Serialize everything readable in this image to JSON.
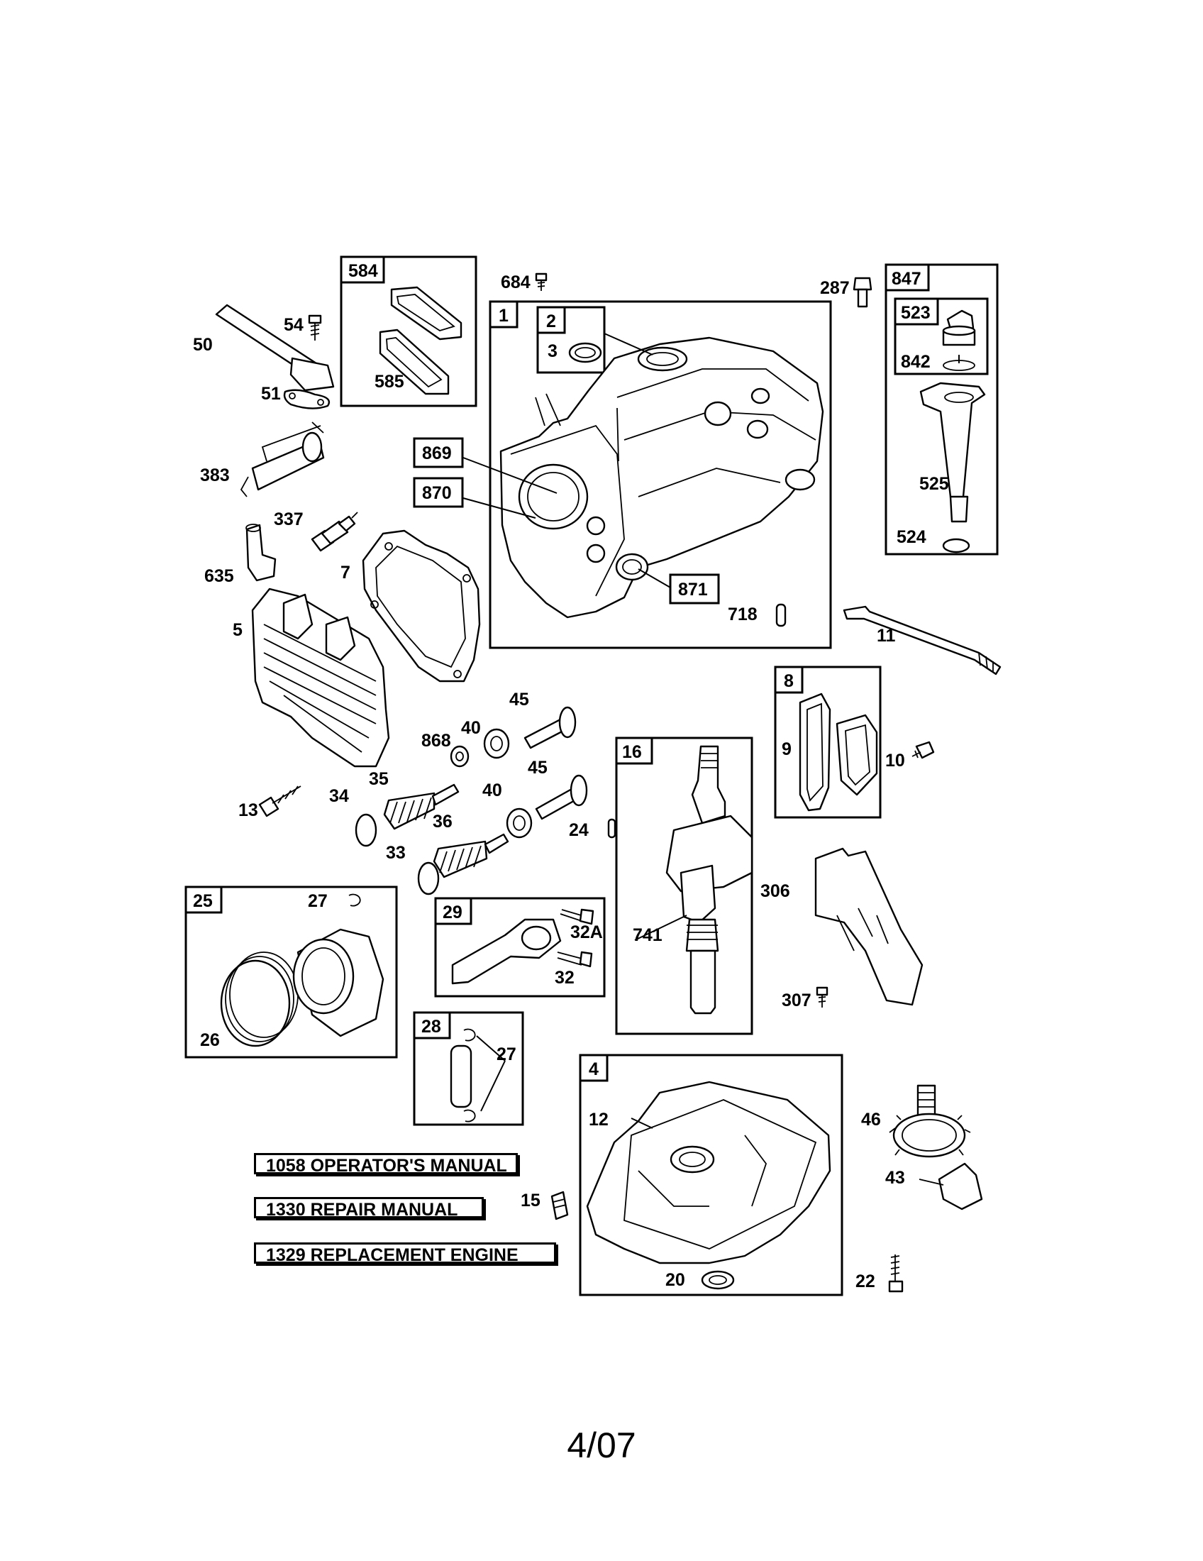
{
  "parts": {
    "c1": "1",
    "c2": "2",
    "c3": "3",
    "c4": "4",
    "c5": "5",
    "c7": "7",
    "c8": "8",
    "c9": "9",
    "c10": "10",
    "c11": "11",
    "c12": "12",
    "c13": "13",
    "c15": "15",
    "c16": "16",
    "c20": "20",
    "c22": "22",
    "c24": "24",
    "c25": "25",
    "c26": "26",
    "c27a": "27",
    "c27b": "27",
    "c28": "28",
    "c29": "29",
    "c32": "32",
    "c32a": "32A",
    "c33": "33",
    "c34": "34",
    "c35": "35",
    "c36": "36",
    "c40a": "40",
    "c40b": "40",
    "c43": "43",
    "c45a": "45",
    "c45b": "45",
    "c46": "46",
    "c50": "50",
    "c51": "51",
    "c54": "54",
    "c287": "287",
    "c306": "306",
    "c307": "307",
    "c337": "337",
    "c383": "383",
    "c523": "523",
    "c524": "524",
    "c525": "525",
    "c584": "584",
    "c585": "585",
    "c635": "635",
    "c684": "684",
    "c718": "718",
    "c741": "741",
    "c842": "842",
    "c847": "847",
    "c868": "868",
    "c869": "869",
    "c870": "870",
    "c871": "871"
  },
  "manuals": [
    {
      "code": "1058",
      "title": "OPERATOR'S MANUAL"
    },
    {
      "code": "1330",
      "title": "REPAIR MANUAL"
    },
    {
      "code": "1329",
      "title": "REPLACEMENT ENGINE"
    }
  ],
  "footer": "4/07"
}
